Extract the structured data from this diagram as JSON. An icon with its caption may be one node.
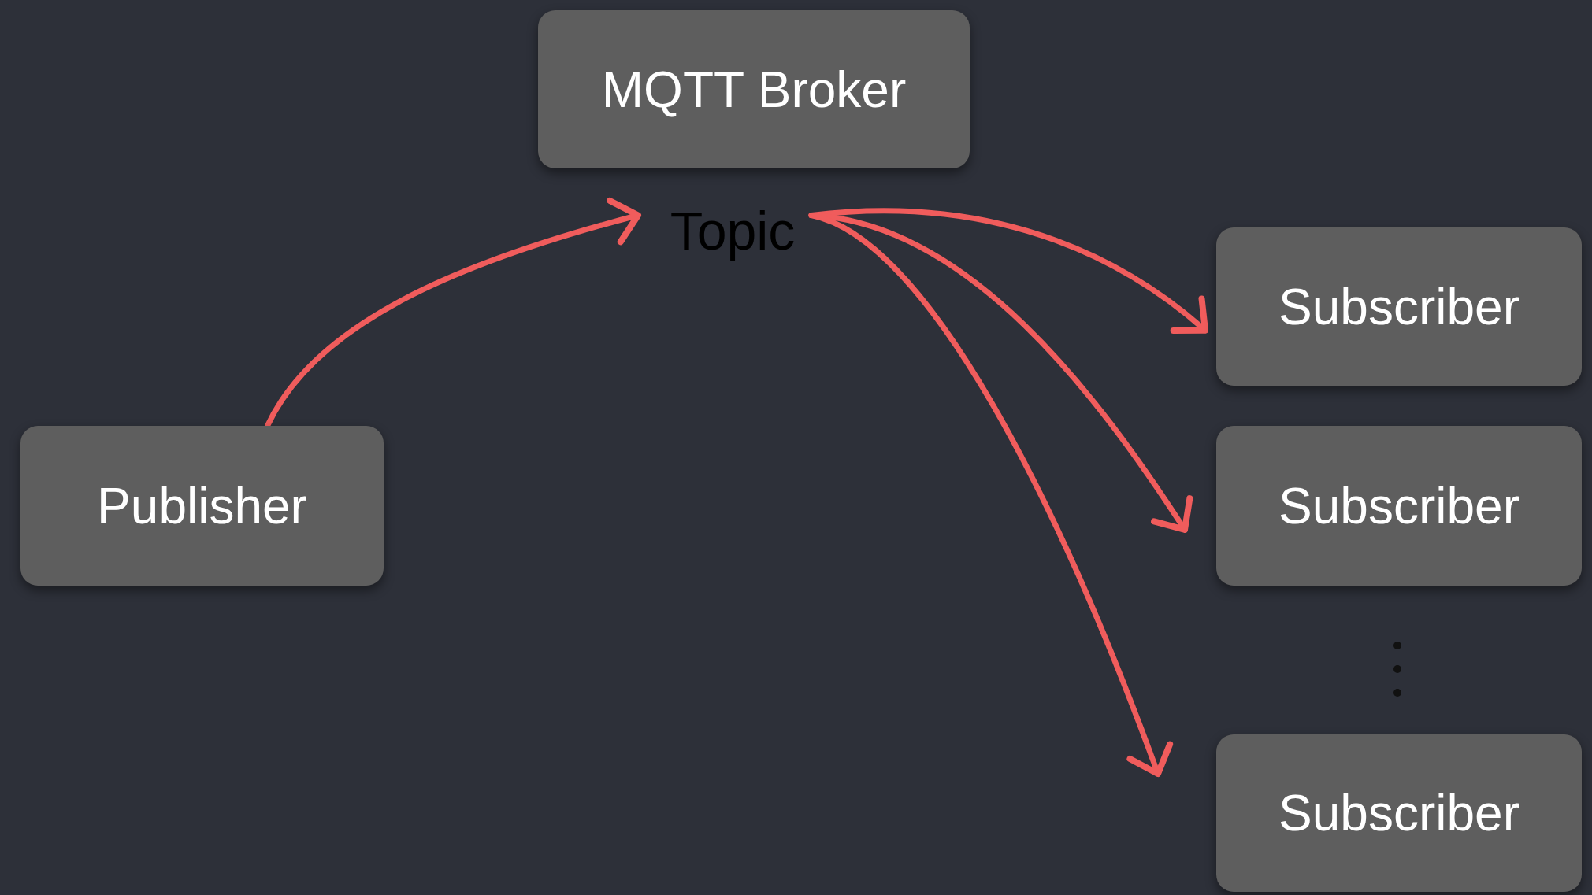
{
  "diagram": {
    "nodes": [
      {
        "text": [
          "MQTT Broker"
        ]
      },
      {
        "text": [
          "Topic"
        ]
      },
      {
        "text": [
          "Subscriber"
        ]
      },
      {
        "text": [
          "Publisher"
        ]
      },
      {
        "text": [
          "Subscriber"
        ]
      },
      {
        "text": [
          "Subscriber"
        ]
      }
    ],
    "edges": [
      {
        "from": 3,
        "to": 1,
        "arrow": "to"
      },
      {
        "from": 1,
        "to": 2,
        "arrow": "to"
      },
      {
        "from": 1,
        "to": 4,
        "arrow": "to"
      },
      {
        "from": 1,
        "to": 5,
        "arrow": "to"
      }
    ]
  }
}
